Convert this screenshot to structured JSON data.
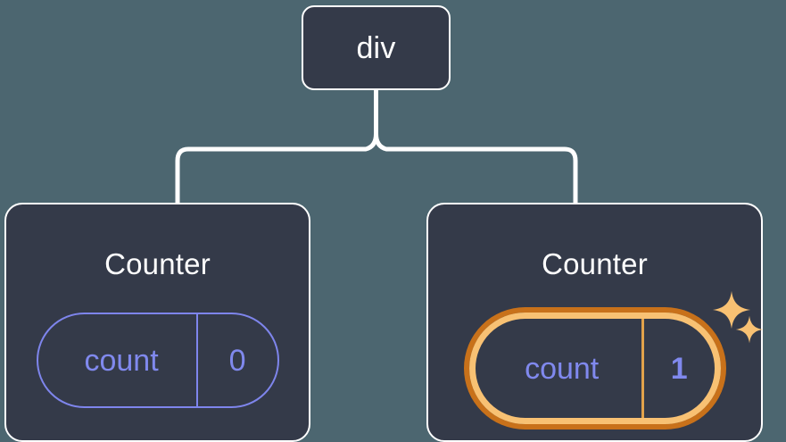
{
  "canvas": {
    "background_color": "#4c6670",
    "node_fill_color": "#343a49",
    "node_border_color": "#ffffff",
    "edge_color": "#ffffff",
    "accent_periwinkle": "#8089ee",
    "highlight_inner_color": "#f8c173",
    "highlight_outer_color": "#c8711a",
    "sparkle_color": "#f8c173"
  },
  "tree": {
    "root": {
      "label": "div"
    },
    "children": [
      {
        "label": "Counter",
        "state": {
          "key": "count",
          "value": "0"
        },
        "highlighted": false
      },
      {
        "label": "Counter",
        "state": {
          "key": "count",
          "value": "1"
        },
        "highlighted": true
      }
    ]
  },
  "icons": {
    "sparkle_large": "sparkle-icon",
    "sparkle_small": "sparkle-icon"
  }
}
